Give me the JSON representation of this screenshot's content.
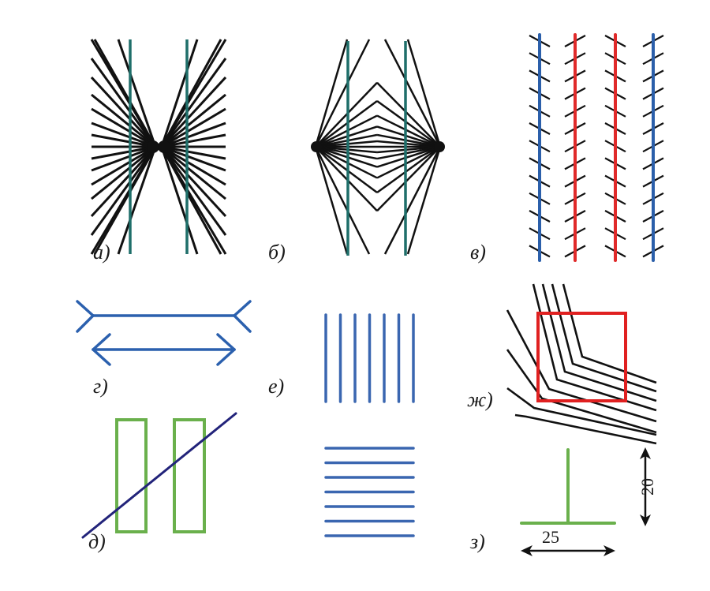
{
  "figure": {
    "panels": [
      {
        "id": "a",
        "label": "а)",
        "name": "hering-illusion",
        "parallel_line_color": "#1f6f6a",
        "ray_color": "#111111"
      },
      {
        "id": "b",
        "label": "б)",
        "name": "wundt-illusion",
        "parallel_line_color": "#1f6f6a",
        "ray_color": "#111111"
      },
      {
        "id": "v",
        "label": "в)",
        "name": "zollner-illusion",
        "line_colors": [
          "#2b5faa",
          "#e02a2a",
          "#e02a2a",
          "#2b5faa"
        ]
      },
      {
        "id": "g",
        "label": "г)",
        "name": "muller-lyer-illusion",
        "color": "#2b60ae"
      },
      {
        "id": "d",
        "label": "д)",
        "name": "poggendorff-illusion",
        "rect_color": "#6ab04c",
        "line_color": "#22237a"
      },
      {
        "id": "e",
        "label": "е)",
        "name": "oppel-kundt-illusion",
        "color": "#3a66b0"
      },
      {
        "id": "zh",
        "label": "ж)",
        "name": "orbison-square-illusion",
        "square_color": "#e02020"
      },
      {
        "id": "z",
        "label": "з)",
        "name": "vertical-horizontal-illusion",
        "color": "#6ab04c",
        "width_label": "25",
        "height_label": "20"
      }
    ]
  }
}
